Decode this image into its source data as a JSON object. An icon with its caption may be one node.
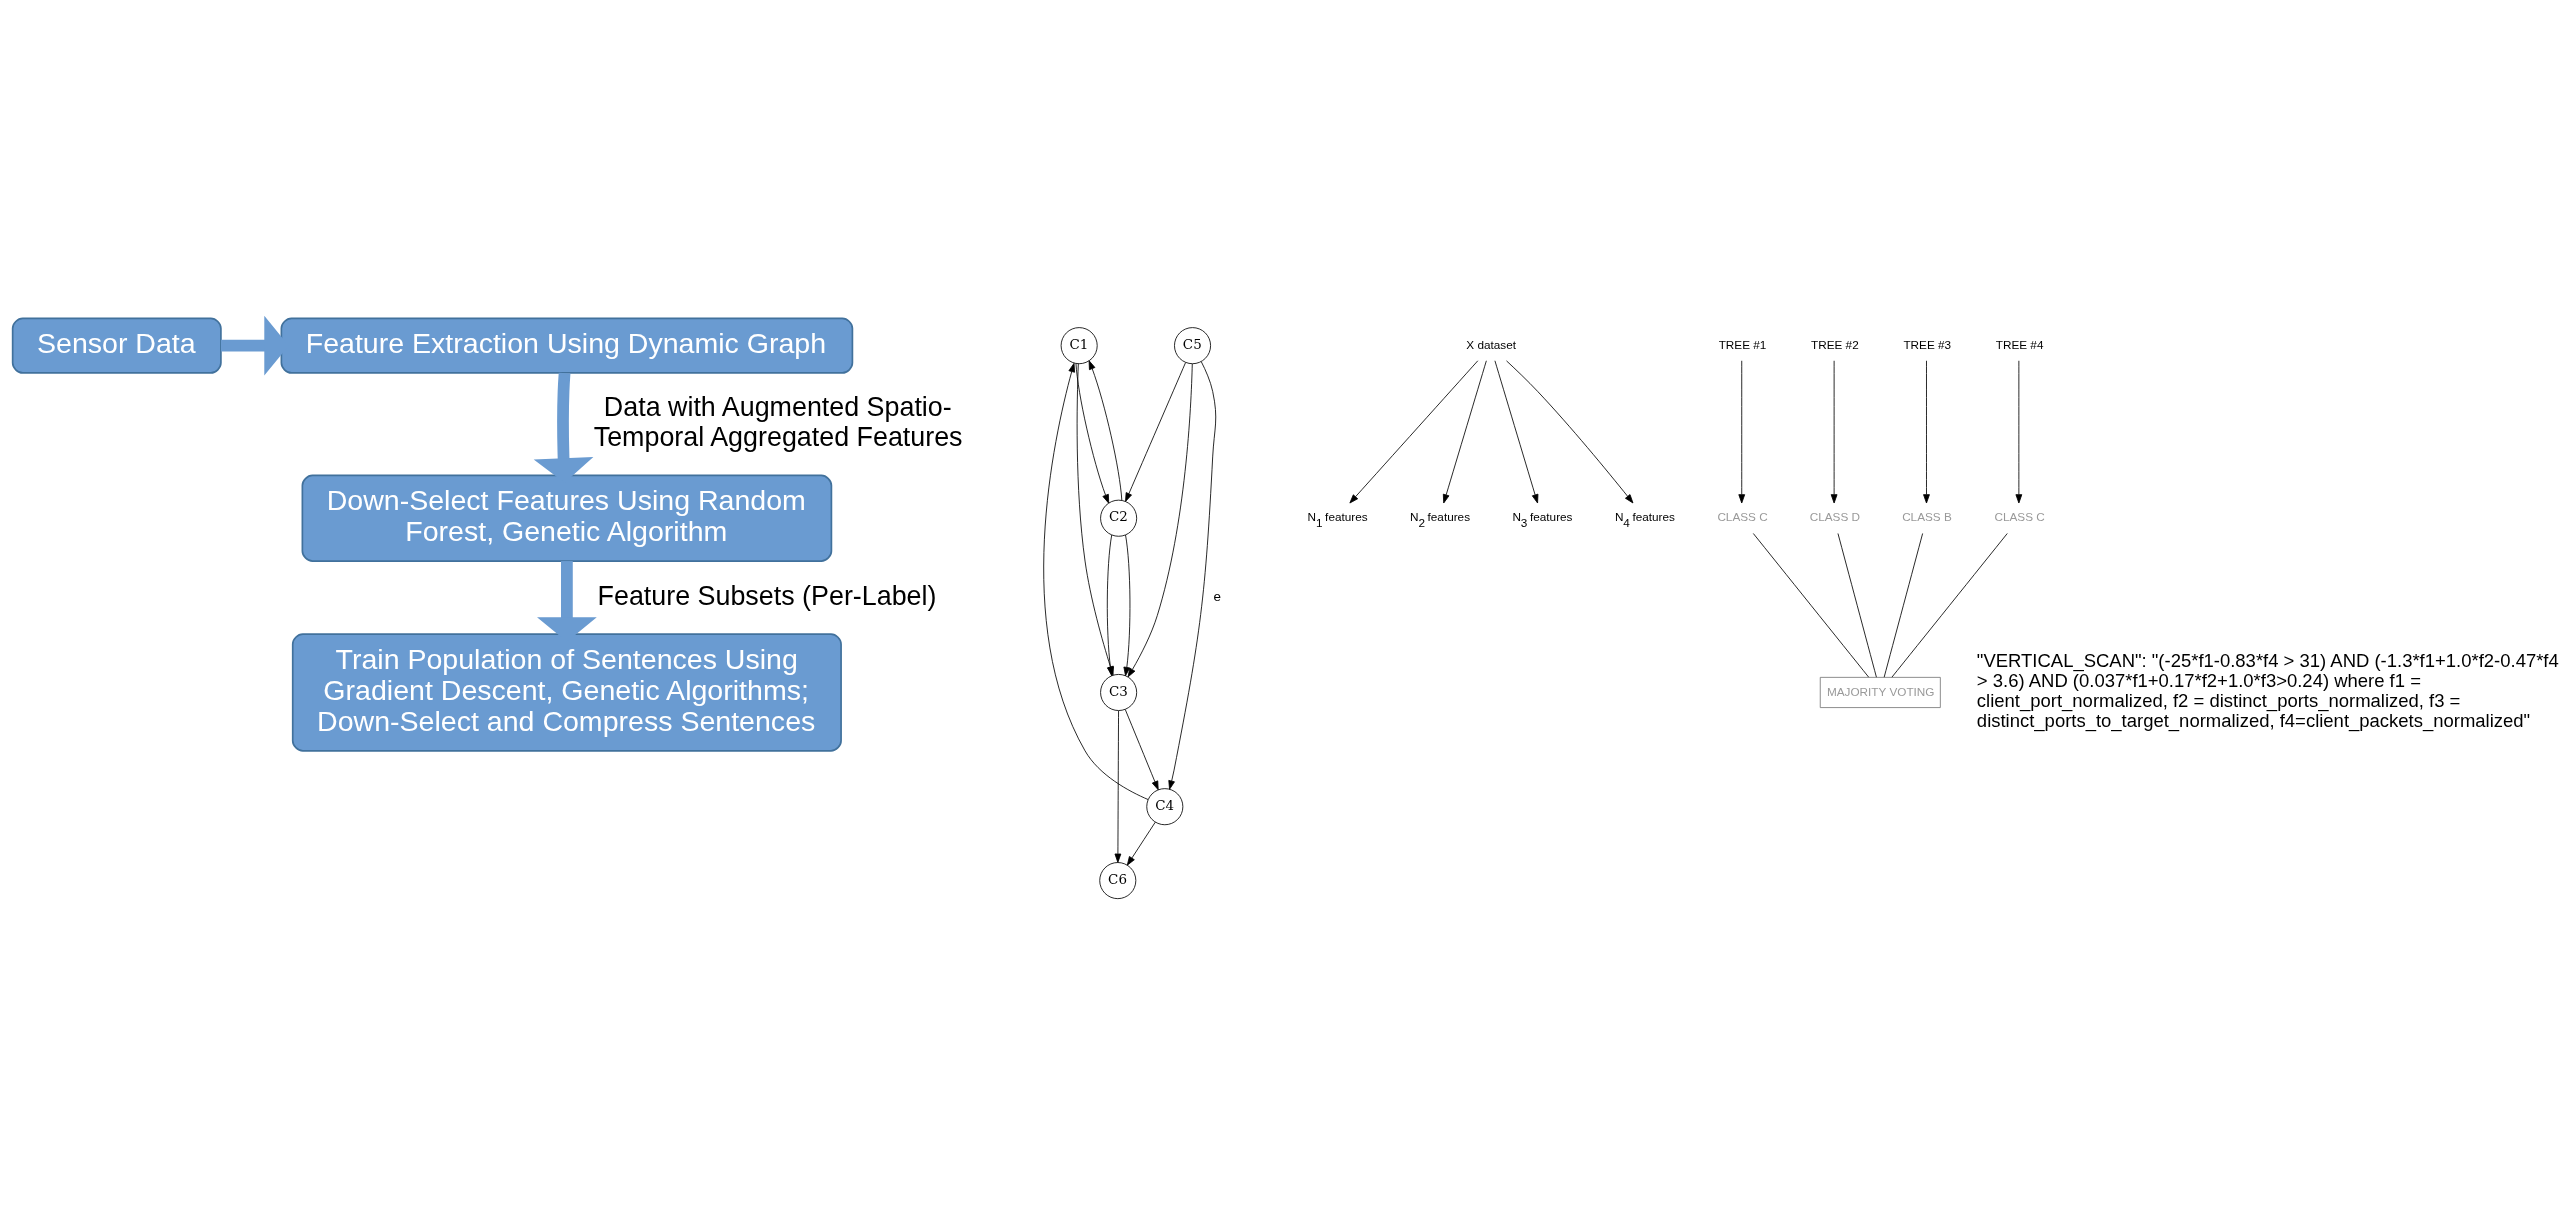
{
  "diagram": {
    "nodes": [
      {
        "text": [
          "Sensor Data"
        ]
      },
      {
        "text": [
          "Feature Extraction Using Dynamic Graph"
        ]
      },
      {
        "text": [
          "Down-Select Features Using Random Forest, Genetic Algorithm"
        ]
      },
      {
        "text": [
          "Train Population of Sentences Using Gradient Descent, Genetic Algorithms; Down-Select and Compress Sentences"
        ]
      },
      {
        "text": [
          "C1"
        ]
      },
      {
        "text": [
          "C2"
        ]
      },
      {
        "text": [
          "C3"
        ]
      },
      {
        "text": [
          "C4"
        ]
      },
      {
        "text": [
          "C5"
        ]
      },
      {
        "text": [
          "C6"
        ]
      },
      {
        "text": [
          "X dataset"
        ]
      },
      {
        "text": [
          "N$_{1}$ features"
        ]
      },
      {
        "text": [
          "N$_{2}$ features"
        ]
      },
      {
        "text": [
          "N$_{3}$ features"
        ]
      },
      {
        "text": [
          "N$_{4}$ features"
        ]
      },
      {
        "text": [
          "TREE #1"
        ]
      },
      {
        "text": [
          "TREE #2"
        ]
      },
      {
        "text": [
          "TREE #3"
        ]
      },
      {
        "text": [
          "TREE #4"
        ]
      },
      {
        "text": [
          "CLASS C"
        ]
      },
      {
        "text": [
          "CLASS D"
        ]
      },
      {
        "text": [
          "CLASS B"
        ]
      },
      {
        "text": [
          "CLASS C"
        ]
      },
      {
        "text": [
          "MAJORITY VOTING"
        ]
      }
    ],
    "edges": [
      {
        "from": 0,
        "to": 1,
        "arrow": "to",
        "style": "thick",
        "color": "#6a9bd1"
      },
      {
        "from": 1,
        "to": 2,
        "arrow": "to",
        "label": "Data with Augmented Spatio-Temporal Aggregated Features",
        "style": "thick",
        "color": "#6a9bd1"
      },
      {
        "from": 2,
        "to": 3,
        "arrow": "to",
        "label": "Feature Subsets (Per-Label)",
        "style": "thick",
        "color": "#6a9bd1"
      },
      {
        "from": 7,
        "to": 4,
        "arrow": "to"
      },
      {
        "from": 4,
        "to": 5,
        "arrow": "to"
      },
      {
        "from": 5,
        "to": 4,
        "arrow": "to"
      },
      {
        "from": 4,
        "to": 6,
        "arrow": "to"
      },
      {
        "from": 5,
        "to": 6,
        "arrow": "to"
      },
      {
        "from": 5,
        "to": 6,
        "arrow": "to"
      },
      {
        "from": 6,
        "to": 9,
        "arrow": "to"
      },
      {
        "from": 6,
        "to": 7,
        "arrow": "to"
      },
      {
        "from": 7,
        "to": 9,
        "arrow": "to"
      },
      {
        "from": 8,
        "to": 5,
        "arrow": "to"
      },
      {
        "from": 8,
        "to": 6,
        "arrow": "to"
      },
      {
        "from": 8,
        "to": 7,
        "arrow": "to",
        "label": "e"
      },
      {
        "from": 10,
        "to": 11,
        "arrow": "to"
      },
      {
        "from": 10,
        "to": 12,
        "arrow": "to"
      },
      {
        "from": 10,
        "to": 13,
        "arrow": "to"
      },
      {
        "from": 10,
        "to": 14,
        "arrow": "to"
      },
      {
        "from": 15,
        "to": 19,
        "arrow": "to"
      },
      {
        "from": 16,
        "to": 20,
        "arrow": "to"
      },
      {
        "from": 17,
        "to": 21,
        "arrow": "to"
      },
      {
        "from": 18,
        "to": 22,
        "arrow": "to"
      },
      {
        "from": 19,
        "to": 23,
        "arrow": "none"
      },
      {
        "from": 20,
        "to": 23,
        "arrow": "none"
      },
      {
        "from": 21,
        "to": 23,
        "arrow": "none"
      },
      {
        "from": 22,
        "to": 23,
        "arrow": "none"
      }
    ],
    "labels": [
      "\"VERTICAL_SCAN\": \"(-25*f1-0.83*f4 > 31) AND (-1.3*f1+1.0*f2-0.47*f4 > 3.6) AND (0.037*f1+0.17*f2+1.0*f3>0.24) where f1 = client_port_normalized, f2 = distinct_ports_normalized, f3 = distinct_ports_to_target_normalized, f4=client_packets_normalized\""
    ]
  }
}
